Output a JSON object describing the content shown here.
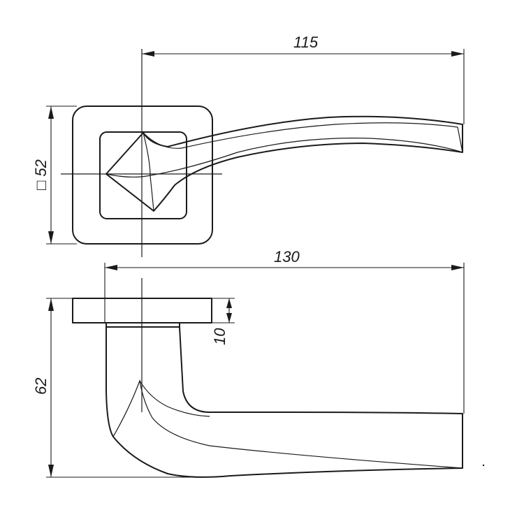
{
  "dimensions": {
    "top_width": "115",
    "rose_size": "□ 52",
    "bottom_width": "130",
    "rose_thickness": "10",
    "height": "62"
  },
  "colors": {
    "line": "#1a1a1a",
    "background": "#ffffff"
  }
}
